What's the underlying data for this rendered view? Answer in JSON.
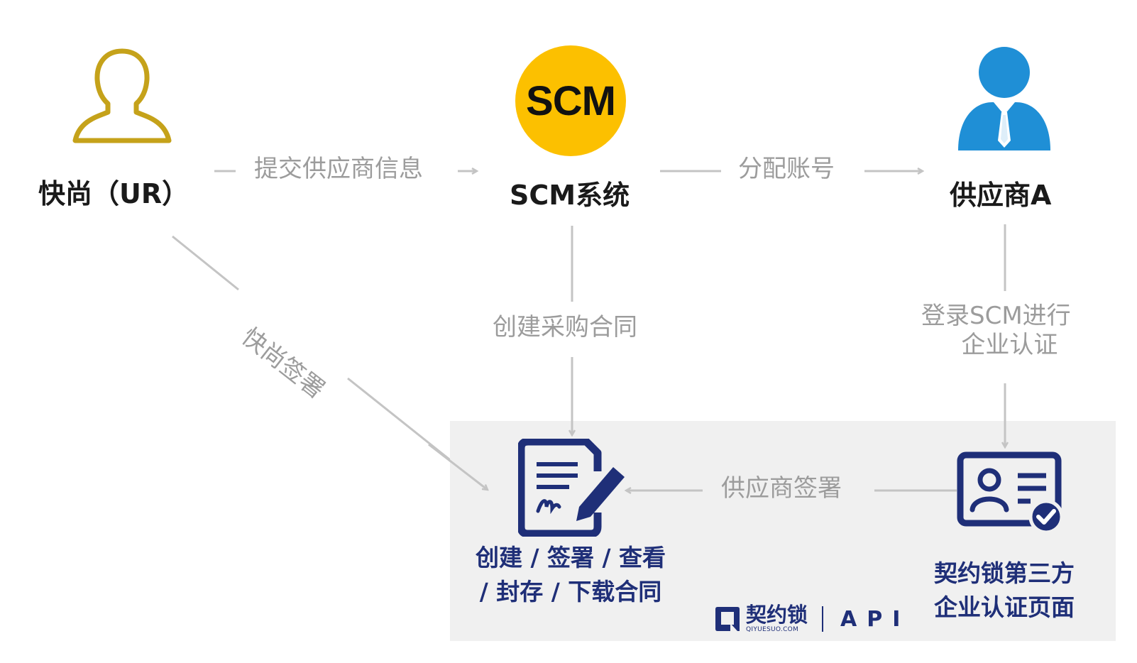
{
  "nodes": {
    "kuaishang": {
      "label": "快尚（UR）",
      "icon": "user-outline-icon",
      "color": "#c5a21a"
    },
    "scm": {
      "label": "SCM系统",
      "logo_text": "SCM",
      "color": "#fcc000"
    },
    "supplier": {
      "label": "供应商A",
      "icon": "business-user-icon",
      "color": "#1f8fd6"
    },
    "contract": {
      "label_line1": "创建 / 签署 / 查看",
      "label_line2": "/ 封存 / 下载合同",
      "icon": "contract-sign-icon",
      "color": "#1f2f78"
    },
    "certification": {
      "label_line1": "契约锁第三方",
      "label_line2": "企业认证页面",
      "icon": "id-card-verified-icon",
      "color": "#1f2f78"
    }
  },
  "edges": {
    "submit_info": "提交供应商信息",
    "assign_account": "分配账号",
    "kuaishang_sign": "快尚签署",
    "create_contract": "创建采购合同",
    "login_certify_line1": "登录SCM进行",
    "login_certify_line2": "企业认证",
    "supplier_sign": "供应商签署"
  },
  "brand": {
    "name": "契约锁",
    "domain": "QIYUESUO.COM",
    "api": "API"
  }
}
